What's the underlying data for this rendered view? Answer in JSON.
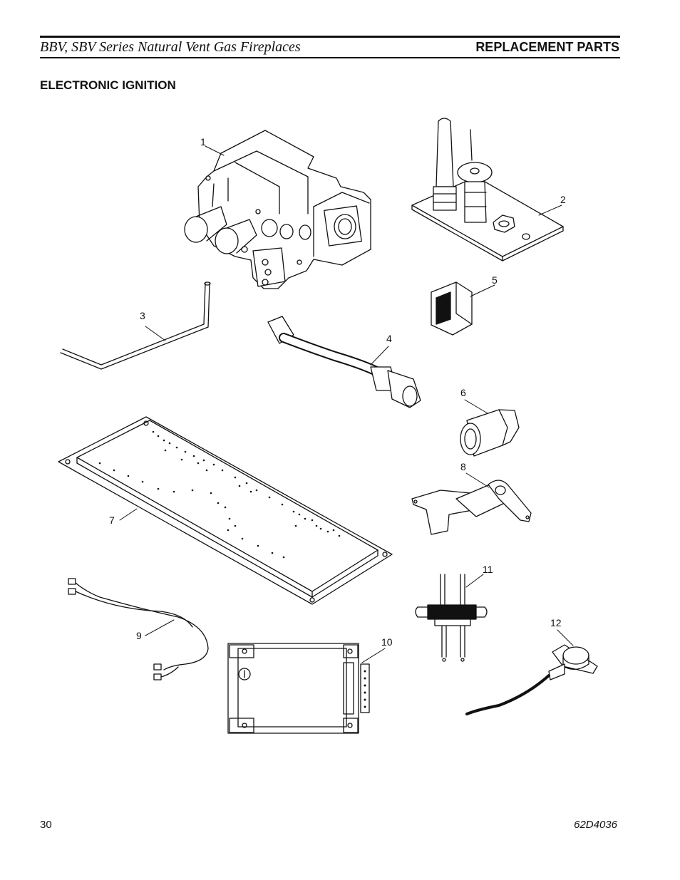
{
  "header": {
    "title": "BBV, SBV Series Natural Vent Gas Fireplaces",
    "section": "REPLACEMENT PARTS"
  },
  "section_heading": "ELECTRONIC IGNITION",
  "callouts": {
    "c1": "1",
    "c2": "2",
    "c3": "3",
    "c4": "4",
    "c5": "5",
    "c6": "6",
    "c7": "7",
    "c8": "8",
    "c9": "9",
    "c10": "10",
    "c11": "11",
    "c12": "12"
  },
  "footer": {
    "page_number": "30",
    "doc_number": "62D4036"
  },
  "colors": {
    "ink": "#111111",
    "paper": "#ffffff"
  }
}
